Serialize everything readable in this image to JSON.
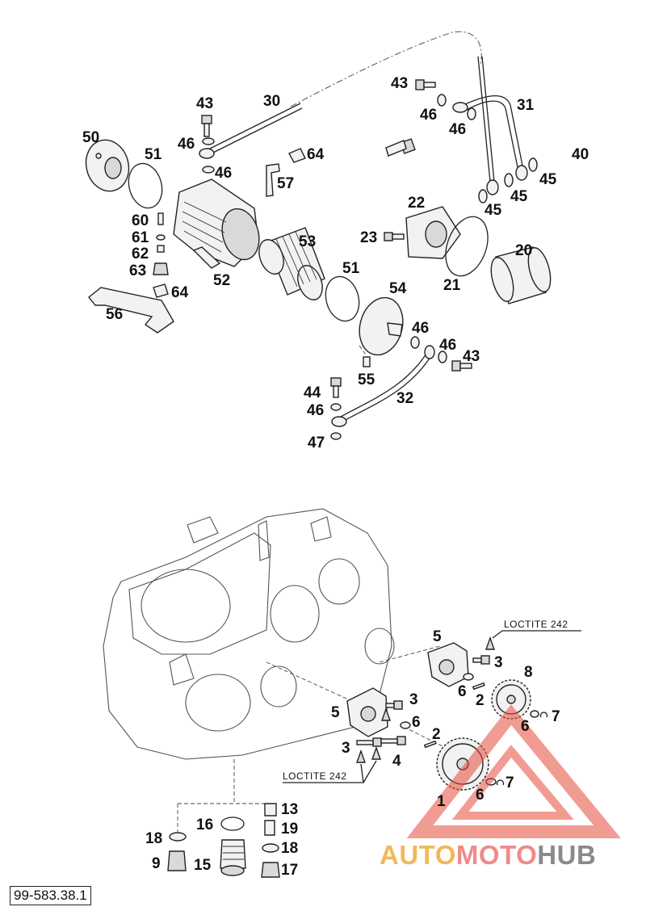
{
  "callouts": {
    "c50": "50",
    "c51a": "51",
    "c43a": "43",
    "c46a": "46",
    "c46b": "46",
    "c30": "30",
    "c57": "57",
    "c64a": "64",
    "c60": "60",
    "c61": "61",
    "c62": "62",
    "c63": "63",
    "c52": "52",
    "c53": "53",
    "c51b": "51",
    "c56": "56",
    "c64b": "64",
    "c43b": "43",
    "c46c": "46",
    "c46d": "46",
    "c31": "31",
    "c40": "40",
    "c45a": "45",
    "c45b": "45",
    "c45c": "45",
    "c22": "22",
    "c23": "23",
    "c21": "21",
    "c20": "20",
    "c54": "54",
    "c46e": "46",
    "c46f": "46",
    "c43c": "43",
    "c55": "55",
    "c44": "44",
    "c46g": "46",
    "c32": "32",
    "c47": "47",
    "c5a": "5",
    "c3a": "3",
    "c8": "8",
    "c6a": "6",
    "c2a": "2",
    "c5b": "5",
    "c3b": "3",
    "c6b": "6",
    "c7a": "7",
    "c6c": "6",
    "c2b": "2",
    "c3c": "3",
    "c4": "4",
    "c1": "1",
    "c6d": "6",
    "c7b": "7",
    "c13": "13",
    "c16": "16",
    "c19": "19",
    "c18a": "18",
    "c18b": "18",
    "c9": "9",
    "c15": "15",
    "c17": "17"
  },
  "notes": {
    "loctite_top": "LOCTITE 242",
    "loctite_bottom": "LOCTITE 242"
  },
  "reference_number": "99-583.38.1",
  "watermark": {
    "part1": "AUTO",
    "part2": "MOTO",
    "part3": "HUB",
    "icon": "triangle-logo-icon"
  },
  "colors": {
    "line": "#222222",
    "watermark_orange": "#f2b85a",
    "watermark_red": "#f08a8a",
    "watermark_gray": "#8a8a8a"
  }
}
